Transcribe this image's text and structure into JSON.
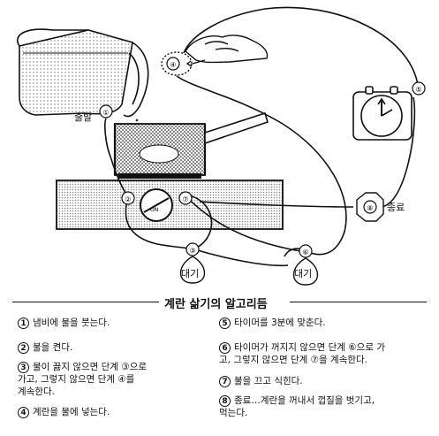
{
  "diagram": {
    "labels": {
      "start": "출발",
      "end": "종료",
      "wait_3": "대기",
      "wait_6": "대기"
    },
    "node_numbers": {
      "n1": "①",
      "n2": "②",
      "n3": "③",
      "n4": "④",
      "n5": "⑤",
      "n6": "⑥",
      "n7": "⑦",
      "n8": "⑧"
    }
  },
  "algorithm": {
    "title": "계란 삶기의 알고리듬",
    "steps": [
      {
        "num": "1",
        "text": "냄비에 물을 붓는다."
      },
      {
        "num": "2",
        "text": "불을 켠다."
      },
      {
        "num": "3",
        "text": "물이 끓지 않으면 단계 ③으로\n가고, 그렇지 않으면 단계 ④를\n계속한다."
      },
      {
        "num": "4",
        "text": "계란을 물에 넣는다."
      },
      {
        "num": "5",
        "text": "타이머를 3분에 맞춘다."
      },
      {
        "num": "6",
        "text": "타이머가 꺼지지 않으면 단계 ⑥으로 가\n고, 그렇지 않으면 단계 ⑦을 계속한다."
      },
      {
        "num": "7",
        "text": "불을 끄고 식힌다."
      },
      {
        "num": "8",
        "text": "종료…계란을 꺼내서 껍질을 벗기고,\n먹는다."
      }
    ]
  },
  "colors": {
    "ink": "#111111",
    "paper": "#ffffff",
    "water": "#dddddd"
  }
}
